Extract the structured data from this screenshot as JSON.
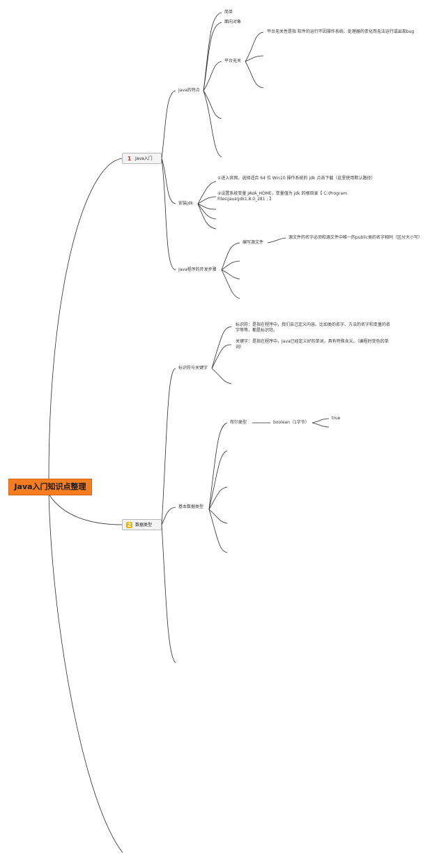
{
  "root": {
    "title": "Java入门知识点整理"
  },
  "branches": {
    "b1": {
      "label": "Java入门",
      "badge": "1",
      "badge_color": "#e0262d"
    },
    "b2": {
      "label": "数据类型",
      "badge": "2",
      "badge_color": "#f0b400"
    }
  },
  "java_intro": {
    "features": {
      "label": "Java的特点",
      "simple": "简单",
      "oop": "面向对象",
      "platform": {
        "label": "平台无关",
        "desc": "平台无关性是指 软件的运行不因操作系统、处理器的变化而无法运行或出现bug"
      }
    },
    "install": {
      "label": "安装jdk",
      "step1": "①进入官网，选择适合 64 位 Win10 操作系统的 jdk 点击下载（这里使用默认路径）",
      "step2": "②设置系统变量 JAVA_HOME，变量值为 jdk 的根目录【 C:\\Program Files\\Java\\jdk1.8.0_281 ; 】"
    },
    "dev_steps": {
      "label": "Java程序的开发步骤",
      "write": {
        "label": "编写源文件",
        "desc": "源文件的名字必须和源文件中唯一的public类的名字相同（区分大小写）"
      }
    }
  },
  "data_types": {
    "identifiers": {
      "label": "标识符与关键字",
      "identifier": "标识符：是指在程序中，我们自己定义内容。比如类的名字、方法的名字和变量的名字等等，都是标识符。",
      "keyword": "关键字：是指在程序中，Java已经定义好的单词，具有特殊含义。（编程时变色的单词）"
    },
    "basic": {
      "label": "基本数据类型",
      "boolean_type": {
        "label": "布尔类型",
        "detail": "boolean（1字节）",
        "value": "true"
      }
    }
  }
}
